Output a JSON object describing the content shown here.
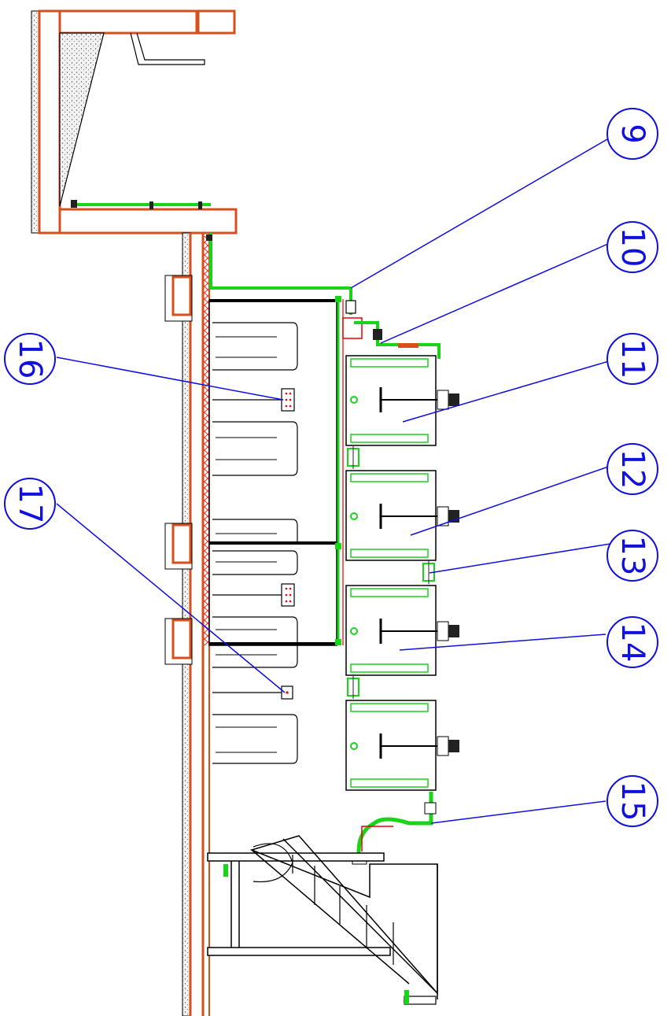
{
  "diagram": {
    "callouts": [
      {
        "id": "c9",
        "label": "9"
      },
      {
        "id": "c10",
        "label": "10"
      },
      {
        "id": "c11",
        "label": "11"
      },
      {
        "id": "c12",
        "label": "12"
      },
      {
        "id": "c13",
        "label": "13"
      },
      {
        "id": "c14",
        "label": "14"
      },
      {
        "id": "c15",
        "label": "15"
      },
      {
        "id": "c16",
        "label": "16"
      },
      {
        "id": "c17",
        "label": "17"
      }
    ],
    "colors": {
      "wall": "#d6501c",
      "hatch": "#ff2a2a",
      "pipe": "#19d419",
      "leader": "#1010e0",
      "line": "#000000",
      "concrete": "#d9d9d9"
    }
  }
}
